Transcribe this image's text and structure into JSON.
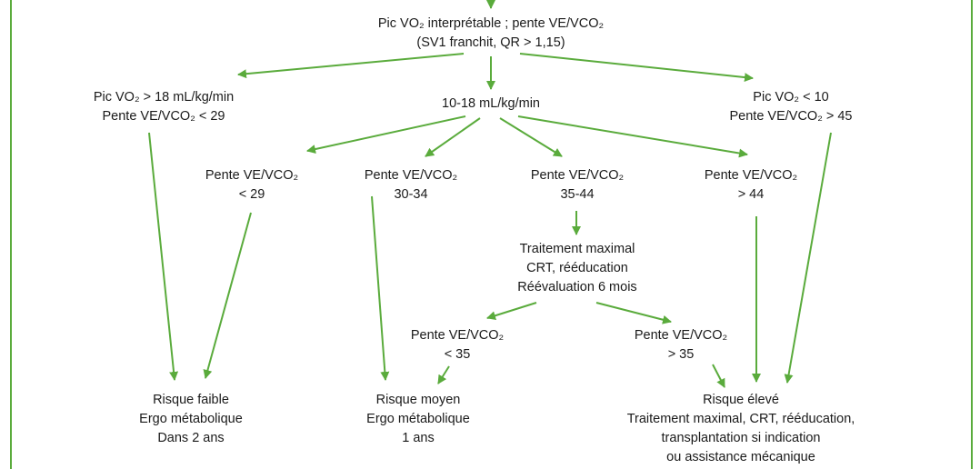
{
  "colors": {
    "arrow": "#5aab3c",
    "text": "#1a1a1a",
    "frame": "#5aab3c"
  },
  "nodes": {
    "top": {
      "line1": "Pic VO₂ interprétable ; pente VE/VCO₂",
      "line2": "(SV1 franchit, QR > 1,15)"
    },
    "high_vo2": {
      "line1": "Pic VO₂ > 18 mL/kg/min",
      "line2": "Pente VE/VCO₂ < 29"
    },
    "mid_vo2": {
      "line1": "10-18 mL/kg/min"
    },
    "low_vo2": {
      "line1": "Pic VO₂ < 10",
      "line2": "Pente VE/VCO₂ > 45"
    },
    "slope_lt29": {
      "line1": "Pente VE/VCO₂",
      "line2": "< 29"
    },
    "slope_30_34": {
      "line1": "Pente VE/VCO₂",
      "line2": "30-34"
    },
    "slope_35_44": {
      "line1": "Pente VE/VCO₂",
      "line2": "35-44"
    },
    "slope_gt44": {
      "line1": "Pente VE/VCO₂",
      "line2": "> 44"
    },
    "treatment": {
      "line1": "Traitement maximal",
      "line2": "CRT, rééducation",
      "line3": "Réévaluation 6 mois"
    },
    "slope_lt35": {
      "line1": "Pente VE/VCO₂",
      "line2": "< 35"
    },
    "slope_gt35": {
      "line1": "Pente VE/VCO₂",
      "line2": "> 35"
    },
    "risk_low": {
      "line1": "Risque faible",
      "line2": "Ergo métabolique",
      "line3": "Dans 2 ans"
    },
    "risk_mid": {
      "line1": "Risque moyen",
      "line2": "Ergo métabolique",
      "line3": "1 ans"
    },
    "risk_high": {
      "line1": "Risque élevé",
      "line2": "Traitement maximal, CRT, rééducation,",
      "line3": "transplantation si indication",
      "line4": "ou assistance mécanique"
    }
  }
}
